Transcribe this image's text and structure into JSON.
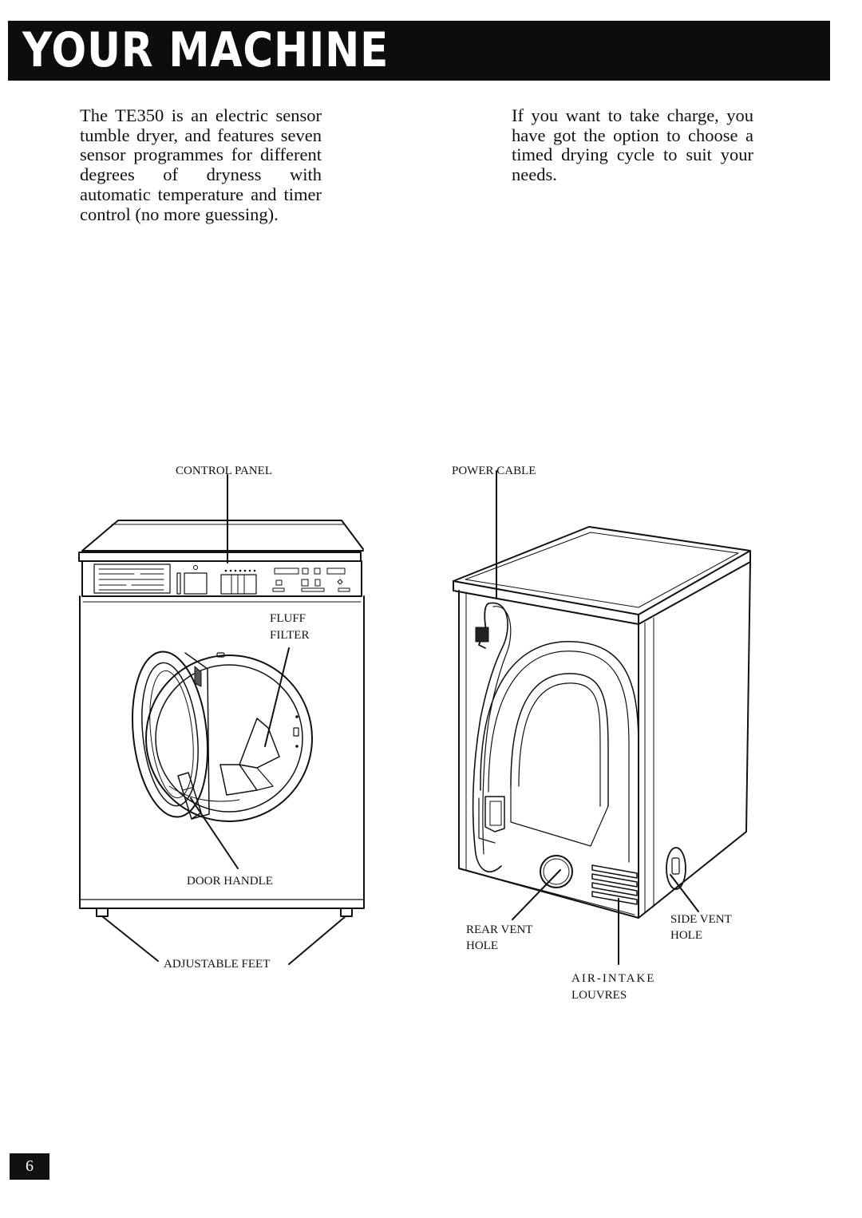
{
  "header": {
    "title": "YOUR MACHINE"
  },
  "intro": {
    "left_paragraph": "The TE350 is an electric sensor tumble dryer, and features seven sensor programmes for different degrees of dryness with automatic temperature and timer control (no more guessing).",
    "right_paragraph": "If you want to take charge, you have got the option to choose a timed drying cycle to suit your needs."
  },
  "front_view_labels": {
    "control_panel": "CONTROL PANEL",
    "fluff_filter_line1": "FLUFF",
    "fluff_filter_line2": "FILTER",
    "door_handle": "DOOR HANDLE",
    "adjustable_feet": "ADJUSTABLE FEET"
  },
  "rear_view_labels": {
    "power_cable": "POWER CABLE",
    "rear_vent_line1": "REAR VENT",
    "rear_vent_line2": "HOLE",
    "side_vent_line1": "SIDE VENT",
    "side_vent_line2": "HOLE",
    "air_intake_line1": "AIR-INTAKE",
    "air_intake_line2": "LOUVRES"
  },
  "footer": {
    "page_number": "6"
  }
}
